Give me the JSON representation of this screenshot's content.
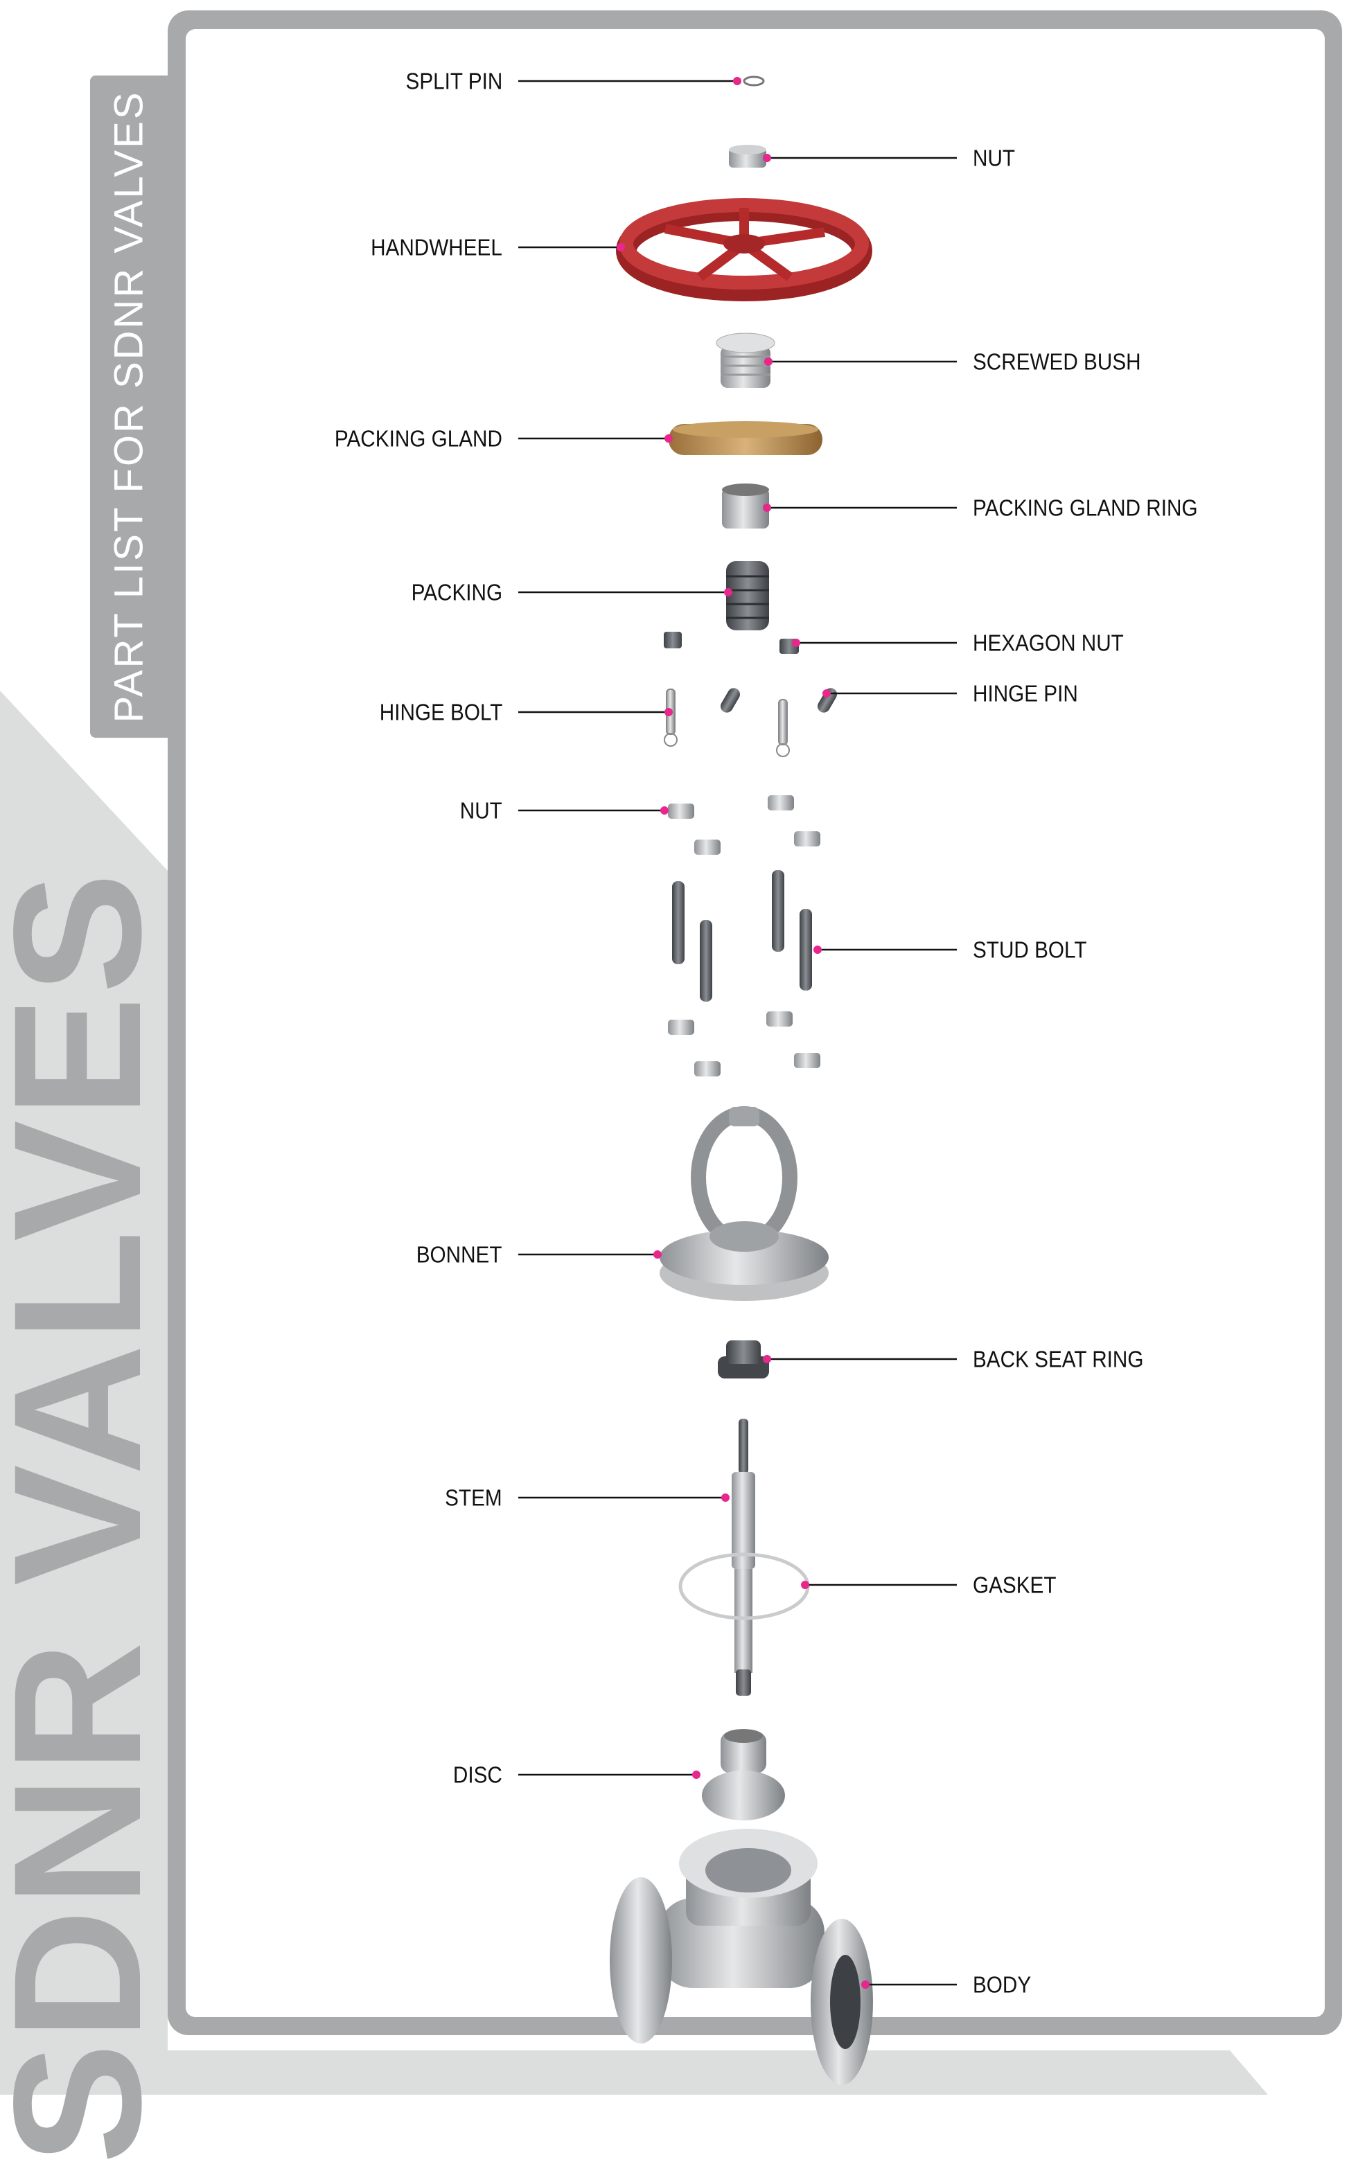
{
  "title": "SDNR VALVES",
  "subtitle": "PART LIST FOR SDNR VALVES",
  "colors": {
    "frame": "#a7a9ab",
    "background_wedge": "#dcdedd",
    "callout_dot": "#e8278c",
    "handwheel": "#b52a2a",
    "packing_gland": "#b8894f"
  },
  "labels_left": [
    {
      "id": "split-pin",
      "text": "SPLIT PIN"
    },
    {
      "id": "handwheel",
      "text": "HANDWHEEL"
    },
    {
      "id": "packing-gland",
      "text": "PACKING GLAND"
    },
    {
      "id": "packing",
      "text": "PACKING"
    },
    {
      "id": "hinge-bolt",
      "text": "HINGE BOLT"
    },
    {
      "id": "nut-lower",
      "text": "NUT"
    },
    {
      "id": "bonnet",
      "text": "BONNET"
    },
    {
      "id": "stem",
      "text": "STEM"
    },
    {
      "id": "disc",
      "text": "DISC"
    }
  ],
  "labels_right": [
    {
      "id": "nut-top",
      "text": "NUT"
    },
    {
      "id": "screwed-bush",
      "text": "SCREWED BUSH"
    },
    {
      "id": "packing-gland-ring",
      "text": "PACKING GLAND RING"
    },
    {
      "id": "hexagon-nut",
      "text": "HEXAGON NUT"
    },
    {
      "id": "hinge-pin",
      "text": "HINGE PIN"
    },
    {
      "id": "stud-bolt",
      "text": "STUD BOLT"
    },
    {
      "id": "back-seat-ring",
      "text": "BACK SEAT RING"
    },
    {
      "id": "gasket",
      "text": "GASKET"
    },
    {
      "id": "body",
      "text": "BODY"
    }
  ]
}
